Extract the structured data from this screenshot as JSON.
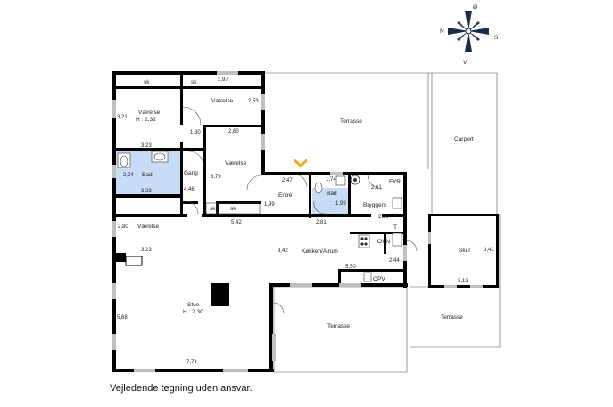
{
  "compass": {
    "n": "N",
    "s": "S",
    "v": "V",
    "o": "Ø"
  },
  "rooms": {
    "vaerelse_top": "Værelse",
    "vaerelse_top_left": "Værelse",
    "vaerelse_top_left_h": "H : 2,32",
    "vaerelse_mid": "Værelse",
    "vaerelse_low": "Værelse",
    "bad_left": "Bad",
    "gang": "Gang",
    "entre": "Entré",
    "bad_right": "Bad",
    "fyr": "FYR",
    "bryggers": "Bryggers",
    "koekken": "Køkken/Alrum",
    "stue": "Stue",
    "stue_h": "H : 2,30",
    "terrasse_top": "Terrasse",
    "terrasse_bottom": "Terrasse",
    "terrasse_right": "Terrasse",
    "carport": "Carport",
    "skur": "Skur",
    "ovn": "OVN",
    "opv": "OPV",
    "sk1": "sk",
    "sk2": "sk",
    "sk3": "sk",
    "sk4": "sk",
    "v": "V",
    "t": "T"
  },
  "dims": {
    "d397": "3,97",
    "d253": "2,53",
    "d321": "3,21",
    "d130": "1,30",
    "d260": "2,60",
    "d323a": "3,23",
    "d224": "2,24",
    "d323b": "3,23",
    "d446": "4,46",
    "d379": "3,79",
    "d247": "2,47",
    "d174": "1,74",
    "d261": "2,61",
    "d199a": "1,99",
    "d199b": "1,99",
    "d542": "5,42",
    "d281": "2,81",
    "d296": "2,96",
    "d280": "2,80",
    "d323c": "3,23",
    "d342": "3,42",
    "d244": "2,44",
    "d550": "5,50",
    "d341": "3,41",
    "d313": "3,13",
    "d568": "5,68",
    "d773": "7,73"
  },
  "disclaimer": "Vejledende tegning uden ansvar."
}
